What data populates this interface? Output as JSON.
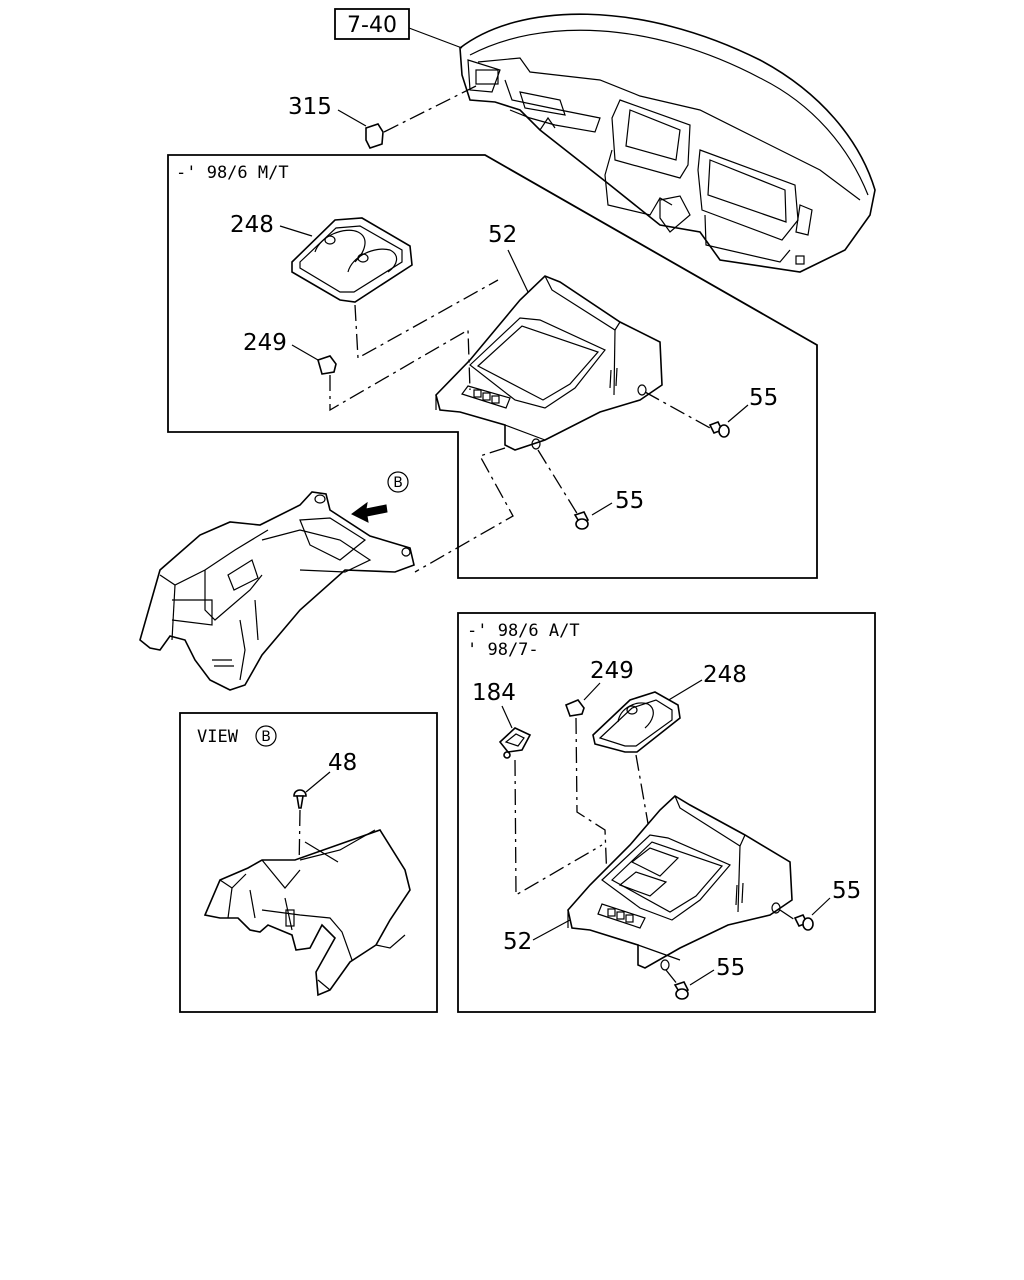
{
  "reference": "7-40",
  "panels": {
    "mt": {
      "note": "-' 98/6  M/T"
    },
    "view_b": {
      "title": "VIEW",
      "marker": "B"
    },
    "at": {
      "note_1": "-' 98/6  A/T",
      "note_2": "' 98/7-"
    }
  },
  "view_arrow_marker": "B",
  "callouts": {
    "p315": "315",
    "mt_248": "248",
    "mt_52": "52",
    "mt_249": "249",
    "mt_55_right": "55",
    "mt_55_lower": "55",
    "vb_48": "48",
    "at_249": "249",
    "at_248": "248",
    "at_184": "184",
    "at_55_right": "55",
    "at_52": "52",
    "at_55_lower": "55"
  }
}
